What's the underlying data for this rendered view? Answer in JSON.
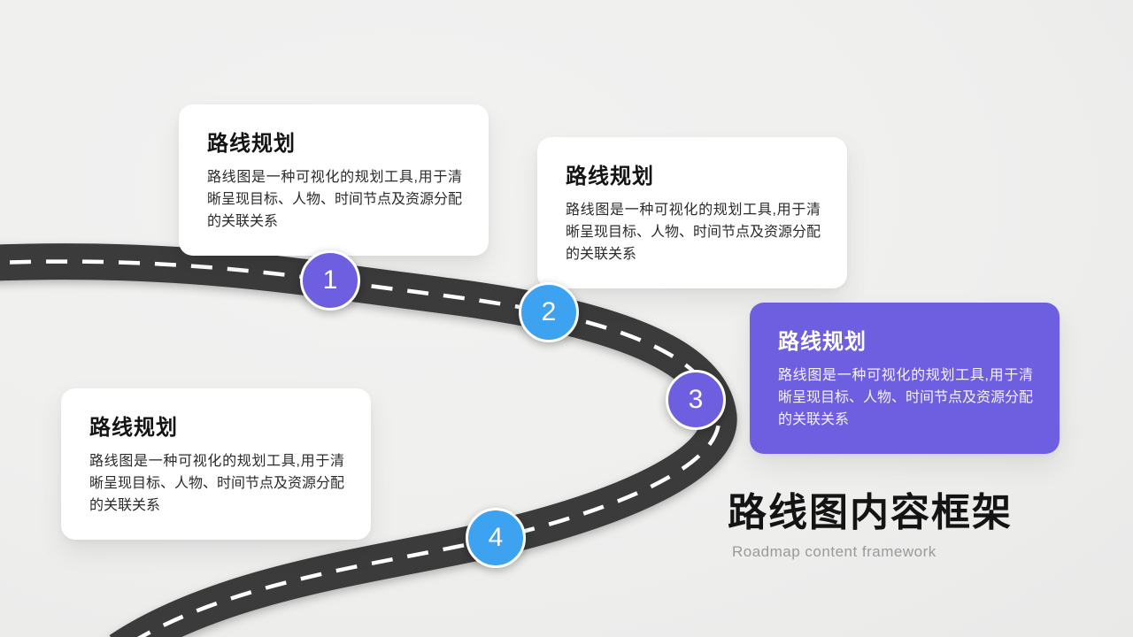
{
  "slide": {
    "title": "路线图内容框架",
    "subtitle": "Roadmap content framework"
  },
  "cards": [
    {
      "number": "1",
      "title": "路线规划",
      "body": "路线图是一种可视化的规划工具,用于清晰呈现目标、人物、时间节点及资源分配的关联关系",
      "variant": "white",
      "color": "#6e5fe0"
    },
    {
      "number": "2",
      "title": "路线规划",
      "body": "路线图是一种可视化的规划工具,用于清晰呈现目标、人物、时间节点及资源分配的关联关系",
      "variant": "white",
      "color": "#3da2f0"
    },
    {
      "number": "3",
      "title": "路线规划",
      "body": "路线图是一种可视化的规划工具,用于清晰呈现目标、人物、时间节点及资源分配的关联关系",
      "variant": "purple",
      "color": "#6e5fe0"
    },
    {
      "number": "4",
      "title": "路线规划",
      "body": "路线图是一种可视化的规划工具,用于清晰呈现目标、人物、时间节点及资源分配的关联关系",
      "variant": "white",
      "color": "#3da2f0"
    }
  ],
  "colors": {
    "background": "#efefee",
    "road": "#3b3b3b",
    "road_dash": "#ffffff",
    "purple": "#6e5fe0",
    "blue": "#3da2f0",
    "card_bg": "#ffffff",
    "title_text": "#141414",
    "subtitle_text": "#9a9a9a"
  }
}
